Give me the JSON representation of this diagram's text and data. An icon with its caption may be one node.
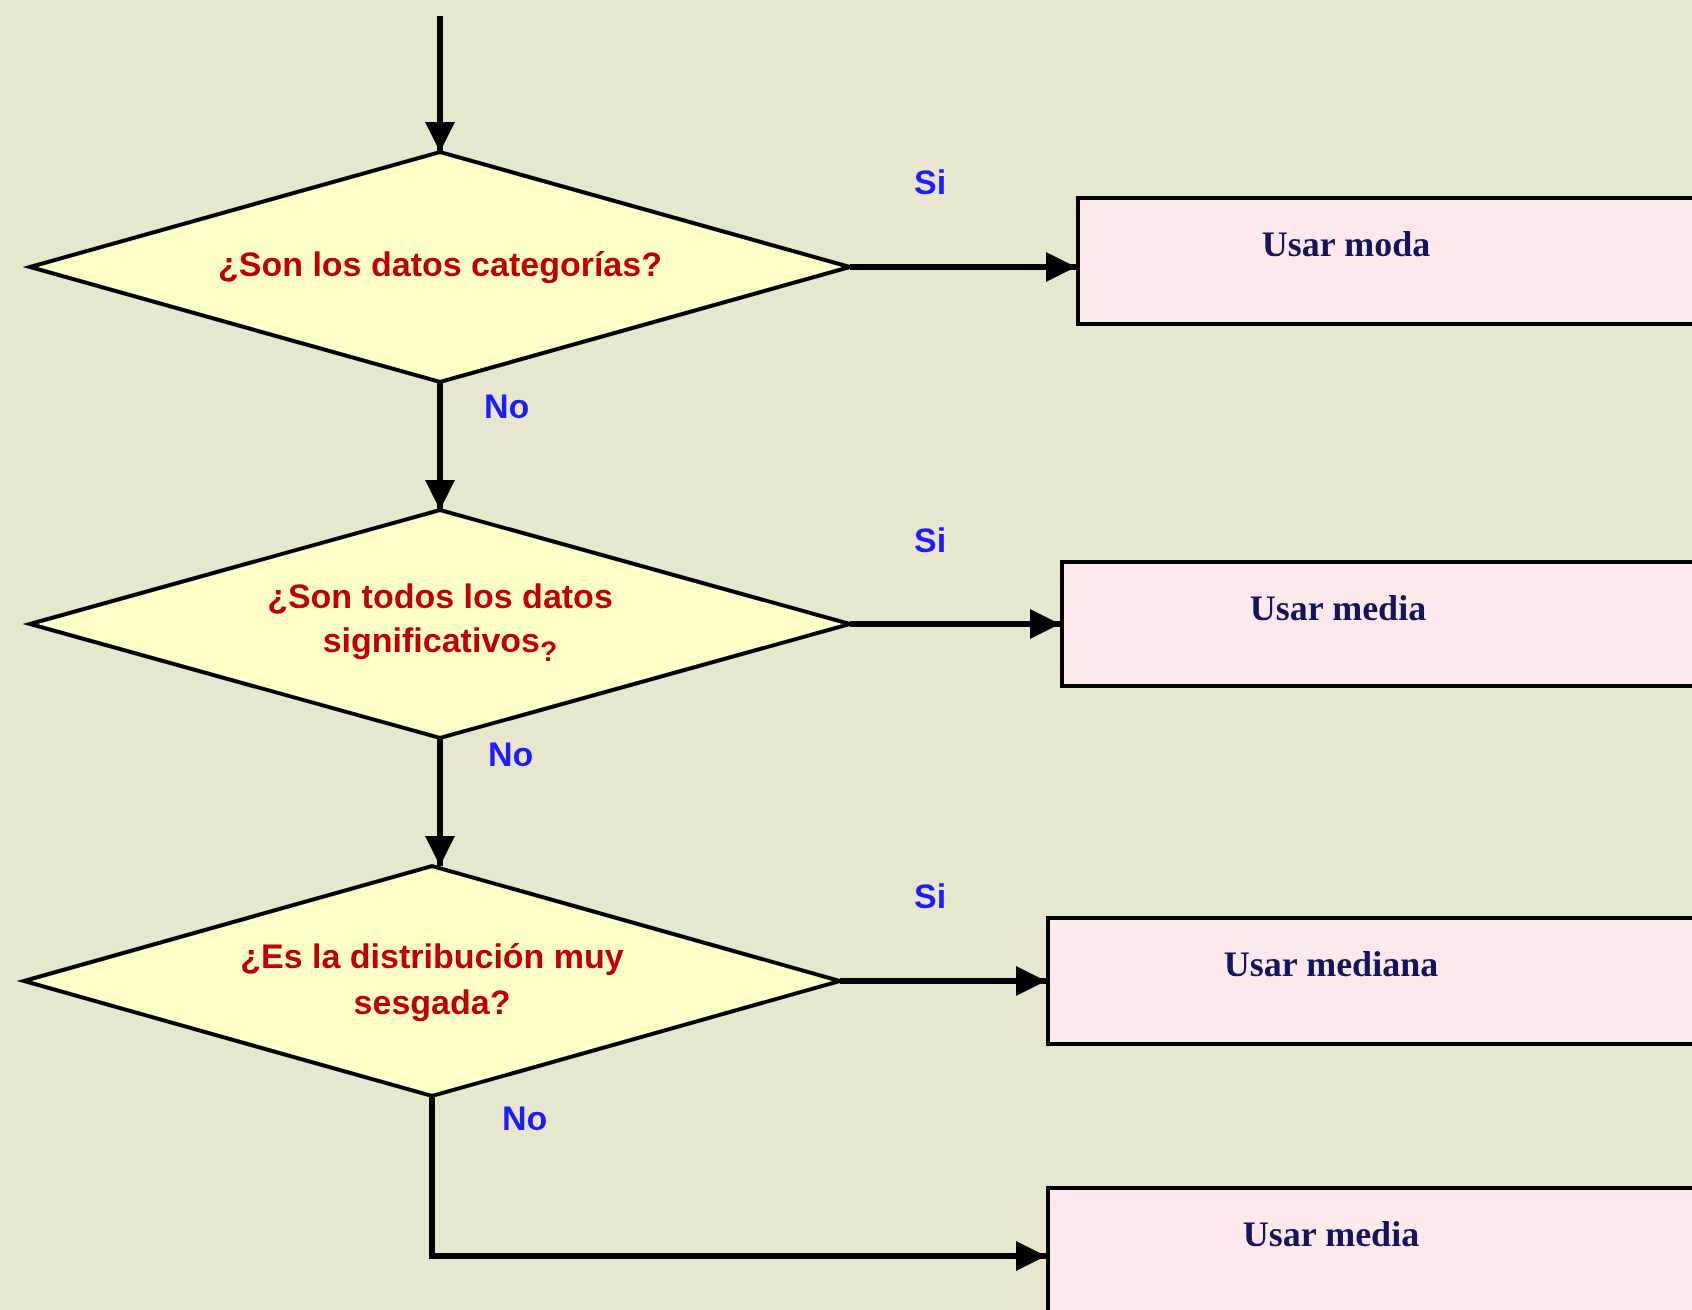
{
  "diagram": {
    "nodes": [
      {
        "text": [
          "¿Son los datos categorías?"
        ]
      },
      {
        "text": [
          "Usar moda"
        ]
      },
      {
        "text": [
          "¿Son todos los datos significativos$_{?}$"
        ]
      },
      {
        "text": [
          "Usar media"
        ]
      },
      {
        "text": [
          "¿Es la distribución muy sesgada?"
        ]
      },
      {
        "text": [
          "Usar mediana"
        ]
      },
      {
        "text": [
          "Usar media"
        ]
      }
    ],
    "edges": [
      {
        "from": null,
        "to": 0,
        "arrow": "to"
      },
      {
        "from": 0,
        "to": 1,
        "arrow": "to",
        "label": "Si"
      },
      {
        "from": 0,
        "to": 2,
        "arrow": "to",
        "label": "No"
      },
      {
        "from": 2,
        "to": 3,
        "arrow": "to",
        "label": "Si"
      },
      {
        "from": 2,
        "to": 4,
        "arrow": "to",
        "label": "No"
      },
      {
        "from": 4,
        "to": 5,
        "arrow": "to",
        "label": "Si"
      },
      {
        "from": 4,
        "to": 6,
        "arrow": "to",
        "label": "No"
      }
    ]
  }
}
